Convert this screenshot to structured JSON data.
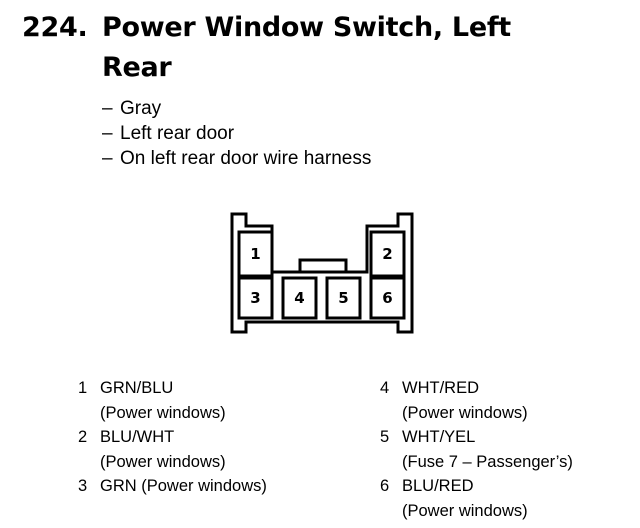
{
  "heading": {
    "number": "224.",
    "title_line1": "Power Window Switch, Left",
    "title_line2": "Rear"
  },
  "info": [
    {
      "dash": "–",
      "text": "Gray"
    },
    {
      "dash": "–",
      "text": "Left rear door"
    },
    {
      "dash": "–",
      "text": "On left rear door wire harness"
    }
  ],
  "connector": {
    "cavities": [
      "1",
      "2",
      "3",
      "4",
      "5",
      "6"
    ]
  },
  "pins_left": [
    {
      "num": "1",
      "wire": "GRN/BLU",
      "desc": "(Power windows)"
    },
    {
      "num": "2",
      "wire": "BLU/WHT",
      "desc": "(Power windows)"
    },
    {
      "num": "3",
      "wire": "GRN (Power windows)",
      "desc": ""
    }
  ],
  "pins_right": [
    {
      "num": "4",
      "wire": "WHT/RED",
      "desc": "(Power windows)"
    },
    {
      "num": "5",
      "wire": "WHT/YEL",
      "desc": "(Fuse 7 – Passenger’s)"
    },
    {
      "num": "6",
      "wire": "BLU/RED",
      "desc": "(Power windows)"
    }
  ]
}
